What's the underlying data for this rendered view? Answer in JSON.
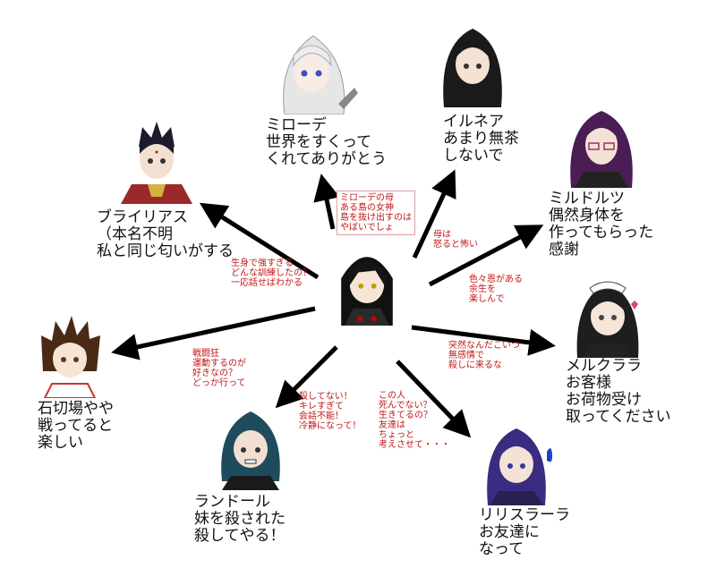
{
  "center": {
    "icon": "dark-hooded-girl-icon"
  },
  "characters": [
    {
      "id": "mirode",
      "icon": "white-haired-goddess-icon",
      "name": "ミローデ\n世界をすくって\nくれてありがとう",
      "note": "ミローデの母\nある島の女神\n島を抜け出すのは\nやばいでしょ"
    },
    {
      "id": "iruneа",
      "icon": "black-haired-woman-icon",
      "name": "イルネア\nあまり無茶\nしないで",
      "note": "母は\n怒ると怖い"
    },
    {
      "id": "mildolts",
      "icon": "purple-haired-glasses-woman-icon",
      "name": "ミルドルツ\n偶然身体を\n作ってもらった\n感謝",
      "note": "色々恩がある\n余生を\n楽しんで"
    },
    {
      "id": "merukurara",
      "icon": "maid-girl-icon",
      "name": "メルクララ\nお客様\nお荷物受け\n取ってください",
      "note": "突然なんだこいつ\n無感情で\n殺しに来るな"
    },
    {
      "id": "ririsurara",
      "icon": "blue-haired-girl-icon",
      "name": "リリスラーラ\nお友達に\nなって",
      "note": "この人\n死んでない？\n生きてるの？\n友達は\nちょっと\n考えさせて・・・"
    },
    {
      "id": "randol",
      "icon": "teal-haired-boy-icon",
      "name": "ランドール\n妹を殺された\n殺してやる！",
      "note": "殺してない！\nキレすぎて\n会話不能！\n冷静になって！"
    },
    {
      "id": "ishikiriba",
      "icon": "brown-spiky-haired-girl-icon",
      "name": "石切場やや\n戦ってると\n楽しい",
      "note": "戦闘狂\n運動するのが\n好きなの？\nどっか行って"
    },
    {
      "id": "brairias",
      "icon": "dark-haired-red-robe-woman-icon",
      "name": "ブライリアス\n（本名不明\n私と同じ匂いがする",
      "note": "生身で強すぎる\nどんな訓練したの？\n一応話せばわかる"
    }
  ],
  "colors": {
    "arrow": "#000000",
    "note_text": "#c01818",
    "name_text": "#111111"
  }
}
